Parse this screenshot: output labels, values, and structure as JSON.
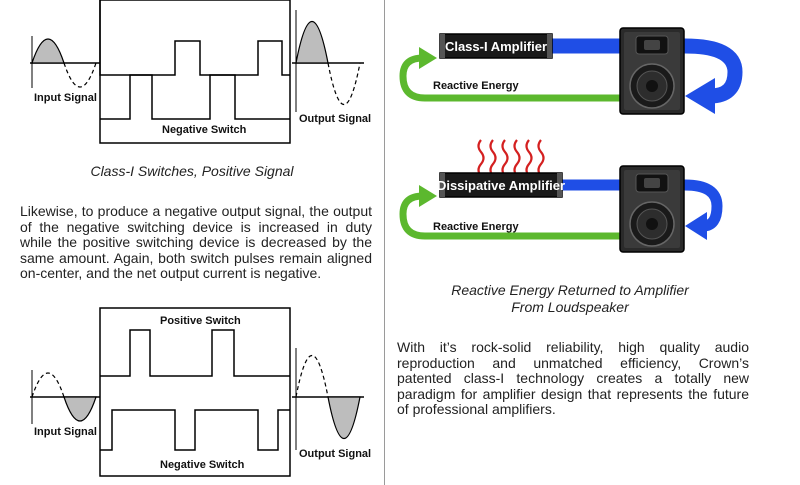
{
  "left_column": {
    "top_diagram": {
      "input_label": "Input Signal",
      "switch_label": "Negative Switch",
      "output_label": "Output Signal"
    },
    "top_caption": "Class-I Switches, Positive Signal",
    "paragraph": "Likewise, to produce a negative output signal, the output of the negative switching device is increased in duty while the positive switching device is decreased by the same amount. Again, both switch pulses remain aligned on-center, and the net output current is negative.",
    "bottom_diagram": {
      "positive_switch_label": "Positive Switch",
      "input_label": "Input Signal",
      "negative_switch_label": "Negative Switch",
      "output_label": "Output Signal"
    }
  },
  "right_column": {
    "diagram_top": {
      "amp_label": "Class-I Amplifier",
      "energy_label": "Reactive Energy"
    },
    "diagram_bottom": {
      "amp_label": "Dissipative Amplifier",
      "energy_label": "Reactive Energy"
    },
    "caption_line1": "Reactive Energy Returned to Amplifier",
    "caption_line2": "From Loudspeaker",
    "paragraph": "With it’s rock-solid reliability, high quality audio reproduction and unmatched efficiency, Crown’s patented class-I technology creates a totally new paradigm for amplifier design that represents the future of professional amplifiers."
  },
  "colors": {
    "blue_arrow": "#1f4ee6",
    "green_arrow": "#5cb82e",
    "heat": "#d42020",
    "amp_box": "#1a1a1a"
  }
}
